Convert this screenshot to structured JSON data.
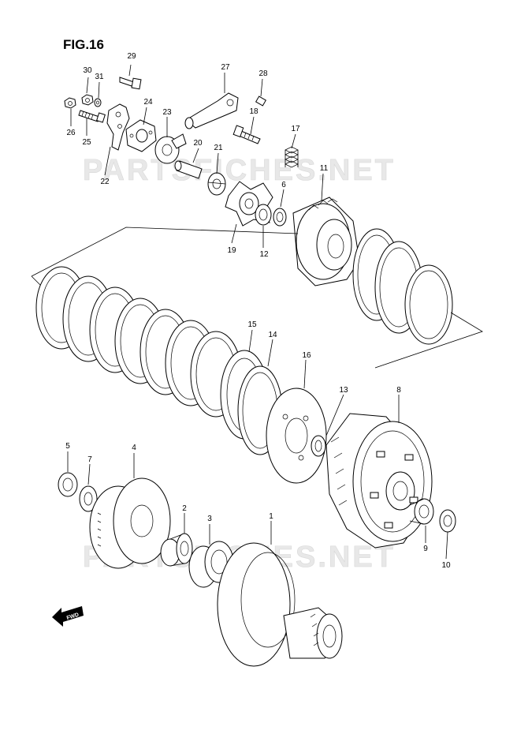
{
  "figure": {
    "title": "FIG.16"
  },
  "watermark": "PARTSFICHES.NET",
  "forward_marker": {
    "label": "FWD",
    "icon": "forward-arrow-icon"
  },
  "callouts": {
    "c1": "1",
    "c2": "2",
    "c3": "3",
    "c4": "4",
    "c5": "5",
    "c6": "6",
    "c7": "7",
    "c8": "8",
    "c9": "9",
    "c10": "10",
    "c11": "11",
    "c12": "12",
    "c13": "13",
    "c14": "14",
    "c15": "15",
    "c16": "16",
    "c17": "17",
    "c18": "18",
    "c19": "19",
    "c20": "20",
    "c21": "21",
    "c22": "22",
    "c23": "23",
    "c24": "24",
    "c25": "25",
    "c26": "26",
    "c27": "27",
    "c28": "28",
    "c29": "29",
    "c30": "30",
    "c31": "31"
  },
  "colors": {
    "line": "#000000",
    "background": "#ffffff",
    "watermark": "#e0e0e0"
  }
}
